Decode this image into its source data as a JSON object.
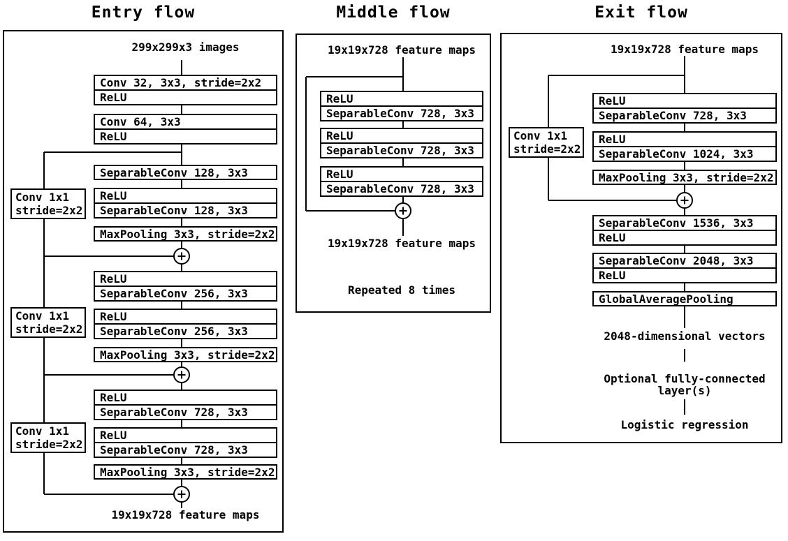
{
  "figure": {
    "background_color": "#ffffff",
    "line_color": "#000000",
    "description": "Xception convolutional network architecture diagram with three columns"
  },
  "icons": {
    "merge": "circled-plus"
  },
  "flows": [
    {
      "title": "Entry flow",
      "input_label": "299x299x3 images",
      "output_label": "19x19x728 feature maps",
      "layers": [
        {
          "lines": [
            "Conv 32, 3x3, stride=2x2",
            "ReLU"
          ]
        },
        {
          "lines": [
            "Conv 64, 3x3",
            "ReLU"
          ]
        },
        {
          "lines": [
            "SeparableConv 128, 3x3"
          ]
        },
        {
          "lines": [
            "ReLU",
            "SeparableConv 128, 3x3"
          ]
        },
        {
          "lines": [
            "MaxPooling 3x3, stride=2x2"
          ]
        },
        {
          "lines": [
            "ReLU",
            "SeparableConv 256, 3x3"
          ]
        },
        {
          "lines": [
            "ReLU",
            "SeparableConv 256, 3x3"
          ]
        },
        {
          "lines": [
            "MaxPooling 3x3, stride=2x2"
          ]
        },
        {
          "lines": [
            "ReLU",
            "SeparableConv 728, 3x3"
          ]
        },
        {
          "lines": [
            "ReLU",
            "SeparableConv 728, 3x3"
          ]
        },
        {
          "lines": [
            "MaxPooling 3x3, stride=2x2"
          ]
        }
      ],
      "skip_connections": [
        {
          "lines": [
            "Conv 1x1",
            "stride=2x2"
          ]
        },
        {
          "lines": [
            "Conv 1x1",
            "stride=2x2"
          ]
        },
        {
          "lines": [
            "Conv 1x1",
            "stride=2x2"
          ]
        }
      ]
    },
    {
      "title": "Middle flow",
      "input_label": "19x19x728 feature maps",
      "output_label": "19x19x728 feature maps",
      "repeat_note": "Repeated 8 times",
      "layers": [
        {
          "lines": [
            "ReLU",
            "SeparableConv 728, 3x3"
          ]
        },
        {
          "lines": [
            "ReLU",
            "SeparableConv 728, 3x3"
          ]
        },
        {
          "lines": [
            "ReLU",
            "SeparableConv 728, 3x3"
          ]
        }
      ]
    },
    {
      "title": "Exit flow",
      "input_label": "19x19x728 feature maps",
      "layers": [
        {
          "lines": [
            "ReLU",
            "SeparableConv 728, 3x3"
          ]
        },
        {
          "lines": [
            "ReLU",
            "SeparableConv 1024, 3x3"
          ]
        },
        {
          "lines": [
            "MaxPooling 3x3, stride=2x2"
          ]
        },
        {
          "lines": [
            "SeparableConv 1536, 3x3",
            "ReLU"
          ]
        },
        {
          "lines": [
            "SeparableConv 2048, 3x3",
            "ReLU"
          ]
        },
        {
          "lines": [
            "GlobalAveragePooling"
          ]
        }
      ],
      "skip_connections": [
        {
          "lines": [
            "Conv 1x1",
            "stride=2x2"
          ]
        }
      ],
      "tail_labels": [
        "2048-dimensional vectors",
        "Optional fully-connected\nlayer(s)",
        "Logistic regression"
      ]
    }
  ]
}
